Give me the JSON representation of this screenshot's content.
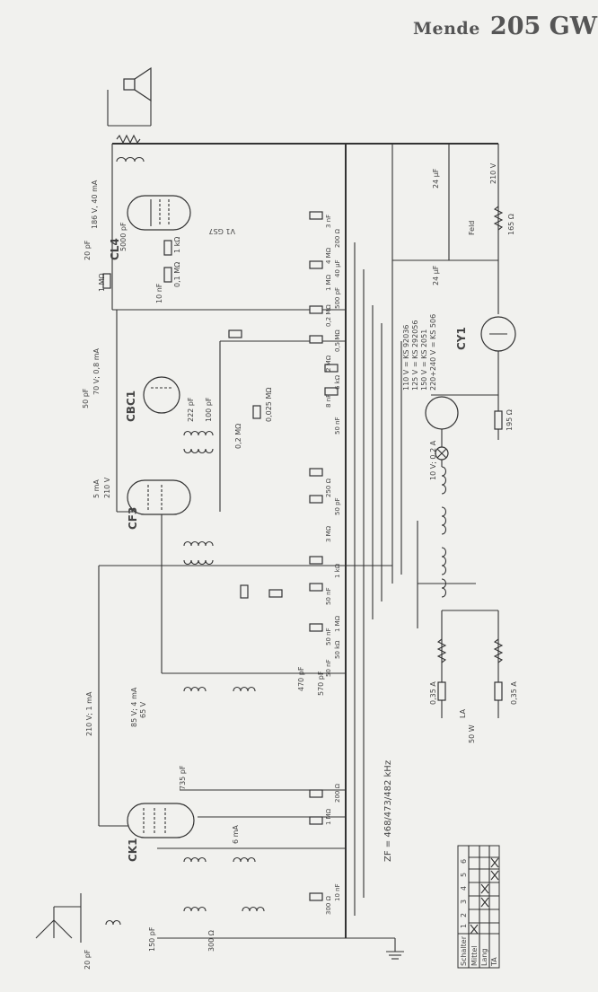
{
  "header": {
    "brand": "Mende",
    "model": "205 GW"
  },
  "tubes": [
    {
      "id": "cl4",
      "label": "CL4"
    },
    {
      "id": "cbc1",
      "label": "CBC1"
    },
    {
      "id": "cf3",
      "label": "CF3"
    },
    {
      "id": "ck1",
      "label": "CK1"
    },
    {
      "id": "cy1",
      "label": "CY1"
    }
  ],
  "labels": {
    "cl4_current": "186 V, 40 mA",
    "cbc1_current": "70 V; 0,8 mA",
    "cf3_current": "5 mA",
    "cf3_voltage": "210 V",
    "ck1_current_a": "210 V; 1 mA",
    "ck1_current_b": "85 V; 4 mA",
    "ck1_voltage": "65 V",
    "ck1_bottom": "6 mA",
    "supply_voltage": "210 V",
    "field": "Feld",
    "field_r": "165 Ω",
    "filt_c1": "24 µF",
    "filt_c2": "24 µF",
    "fuse1": "0,35 A",
    "fuse2": "0,35 A",
    "lamp": "LA",
    "lamp_w": "50 W",
    "pilot": "10 V; 0,2 A",
    "bias_r": "195 Ω",
    "if_freq": "ZF = 468/473/482 kHz",
    "spk_c1": "20 pF",
    "spk_c2": "5000 pF",
    "r_1m": "1 MΩ",
    "r_1k": "1 kΩ",
    "r_01m": "0,1 MΩ",
    "c_10n": "10 nF",
    "c_50p": "50 pF",
    "c_20p": "20 pF",
    "c_150p": "150 pF",
    "r_300": "300 Ω",
    "vl_label": "V1 GS7",
    "c_222p": "222 pF",
    "c_100p": "100 pF",
    "c_470p": "470 pF",
    "c_570p": "570 pF",
    "c_735p": "735 pF",
    "r_02m": "0,2 MΩ",
    "r_0025m": "0,025 MΩ"
  },
  "mains": [
    "110 V = KS 92036",
    "125 V = KS 292056",
    "150 V = KS 2051",
    "220+240 V = KS 506"
  ],
  "rc_values": [
    "3 nF",
    "200 Ω",
    "4 MΩ",
    "40 µF",
    "1 MΩ",
    "500 pF",
    "0,2 MΩ",
    "0,5 MΩ",
    "2 MΩ",
    "6 kΩ",
    "8 nF",
    "50 nF",
    "250 Ω",
    "50 pF",
    "3 MΩ",
    "1 kΩ",
    "50 nF",
    "1 MΩ",
    "50 nF",
    "50 kΩ",
    "50 nF",
    "200 Ω",
    "1 MΩ",
    "10 nF",
    "300 Ω"
  ],
  "switch_table": {
    "header": "Schalter",
    "cols": [
      "1",
      "2",
      "3",
      "4",
      "5",
      "6"
    ],
    "rows": [
      "Mittel",
      "Lang",
      "TA"
    ]
  }
}
